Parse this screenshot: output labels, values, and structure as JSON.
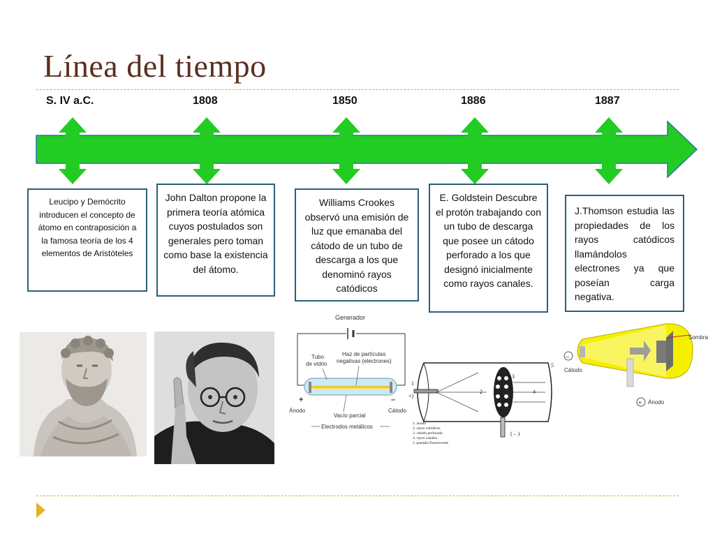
{
  "slide": {
    "title": "Línea del tiempo"
  },
  "timeline": [
    {
      "year": "S. IV a.C.",
      "text": "Leucipo y Demócrito introducen el concepto de átomo en contraposición a la famosa teoría de los 4 elementos de Aristóteles"
    },
    {
      "year": "1808",
      "text": "John Dalton propone la primera teoría atómica cuyos postulados son generales pero toman como base la existencia del átomo."
    },
    {
      "year": "1850",
      "text": "Williams Crookes observó una emisión de luz que emanaba del cátodo de un tubo de descarga a los que denominó rayos catódicos"
    },
    {
      "year": "1886",
      "text": "E. Goldstein Descubre el protón trabajando con un tubo de descarga que posee un cátodo perforado a los que designó inicialmente como rayos canales."
    },
    {
      "year": "1887",
      "text": "J.Thomson estudia las propiedades de los rayos catódicos llamándolos electrones ya que poseían carga negativa."
    }
  ],
  "crookes_diagram": {
    "generator": "Generador",
    "tube": "Tubo de vidrio",
    "beam": "Haz de partículas negativas (electrones)",
    "anode_sign": "+",
    "cathode_sign": "–",
    "anode": "Ánodo",
    "cathode": "Cátodo",
    "vacuum": "Vacío parcial",
    "electrodes": "Electrodos metálicos"
  },
  "goldstein_diagram": {
    "num1": "1",
    "num2": "2",
    "num3": "3",
    "num4": "4",
    "num5": "5",
    "plus": "+)",
    "minus": "( – )",
    "legend": [
      "1.   ánodo",
      "2.   rayos catódicos",
      "3.   cátodo perforado",
      "4.   rayos canales",
      "5.   pantalla fluorescente"
    ]
  },
  "thomson_diagram": {
    "shadow": "Sombra",
    "cathode": "Cátodo",
    "anode": "Ánodo",
    "minus": "–",
    "plus": "+"
  },
  "colors": {
    "title": "#5a2f1f",
    "timeline_arrow": "#22cc22",
    "box_border": "#2b5f78",
    "dashed_rule": "#d4aa33",
    "footer_arrow": "#e8b21f",
    "thomson_beam": "#f5f000"
  }
}
